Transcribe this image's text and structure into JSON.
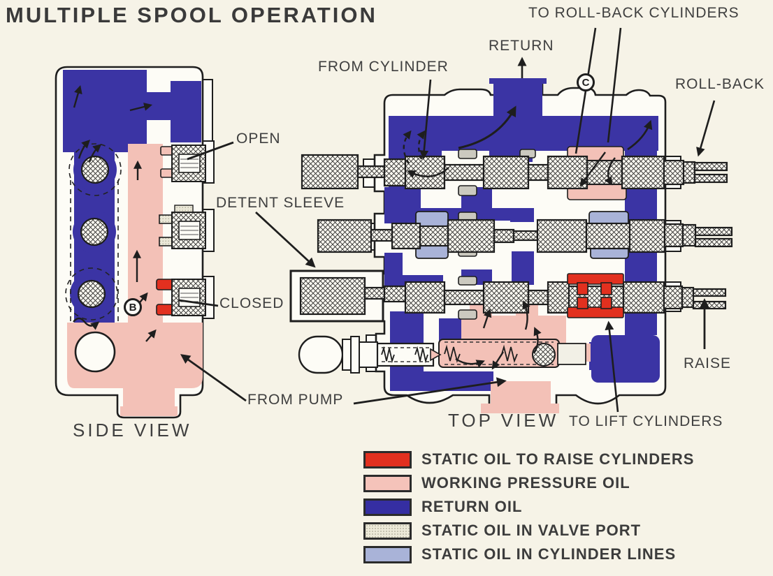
{
  "title": "MULTIPLE SPOOL OPERATION",
  "side_view": {
    "caption": "SIDE VIEW",
    "marker_b": "B",
    "labels": {
      "open": "OPEN",
      "detent_sleeve": "DETENT SLEEVE",
      "closed": "CLOSED",
      "from_pump": "FROM PUMP"
    }
  },
  "top_view": {
    "caption": "TOP VIEW",
    "marker_c": "C",
    "labels": {
      "from_cylinder": "FROM CYLINDER",
      "return": "RETURN",
      "to_roll_back_cylinders": "TO ROLL-BACK CYLINDERS",
      "roll_back": "ROLL-BACK",
      "raise": "RAISE",
      "to_lift_cylinders": "TO LIFT CYLINDERS"
    }
  },
  "legend": {
    "items": [
      {
        "label": "STATIC OIL TO RAISE CYLINDERS",
        "color": "#e2301f"
      },
      {
        "label": "WORKING PRESSURE OIL",
        "color": "#f5c3ba"
      },
      {
        "label": "RETURN OIL",
        "color": "#352ea2"
      },
      {
        "label": "STATIC OIL IN VALVE PORT",
        "color": "#edead9"
      },
      {
        "label": "STATIC OIL IN CYLINDER LINES",
        "color": "#a9b3d8"
      }
    ]
  },
  "colors": {
    "background": "#f6f3e7",
    "return_oil_blue": "#3b34a4",
    "working_pressure_pink": "#f3c1b7",
    "raise_red": "#e2301f",
    "cylinder_lines_lavender": "#a9b3d8",
    "valve_port_cream": "#edead9",
    "outline_black": "#1e1e1e",
    "text_gray": "#3f3f3f"
  }
}
